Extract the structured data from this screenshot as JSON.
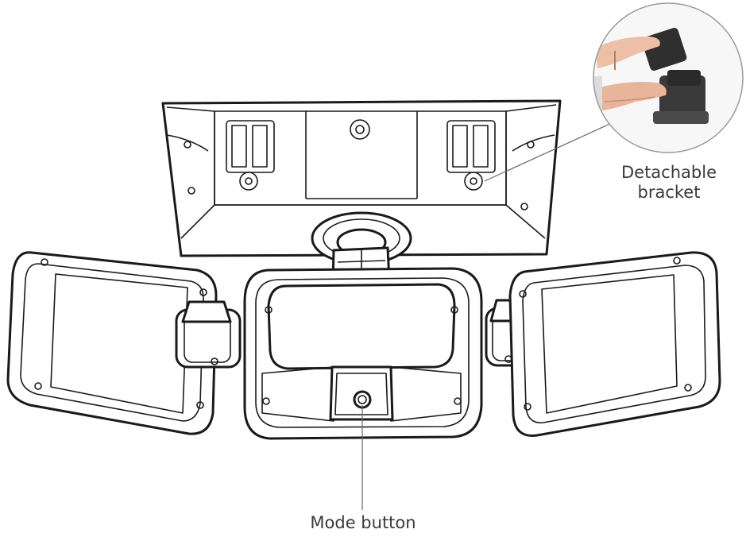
{
  "callouts": {
    "bracket_line1": "Detachable",
    "bracket_line2": "bracket",
    "mode_button": "Mode button"
  }
}
